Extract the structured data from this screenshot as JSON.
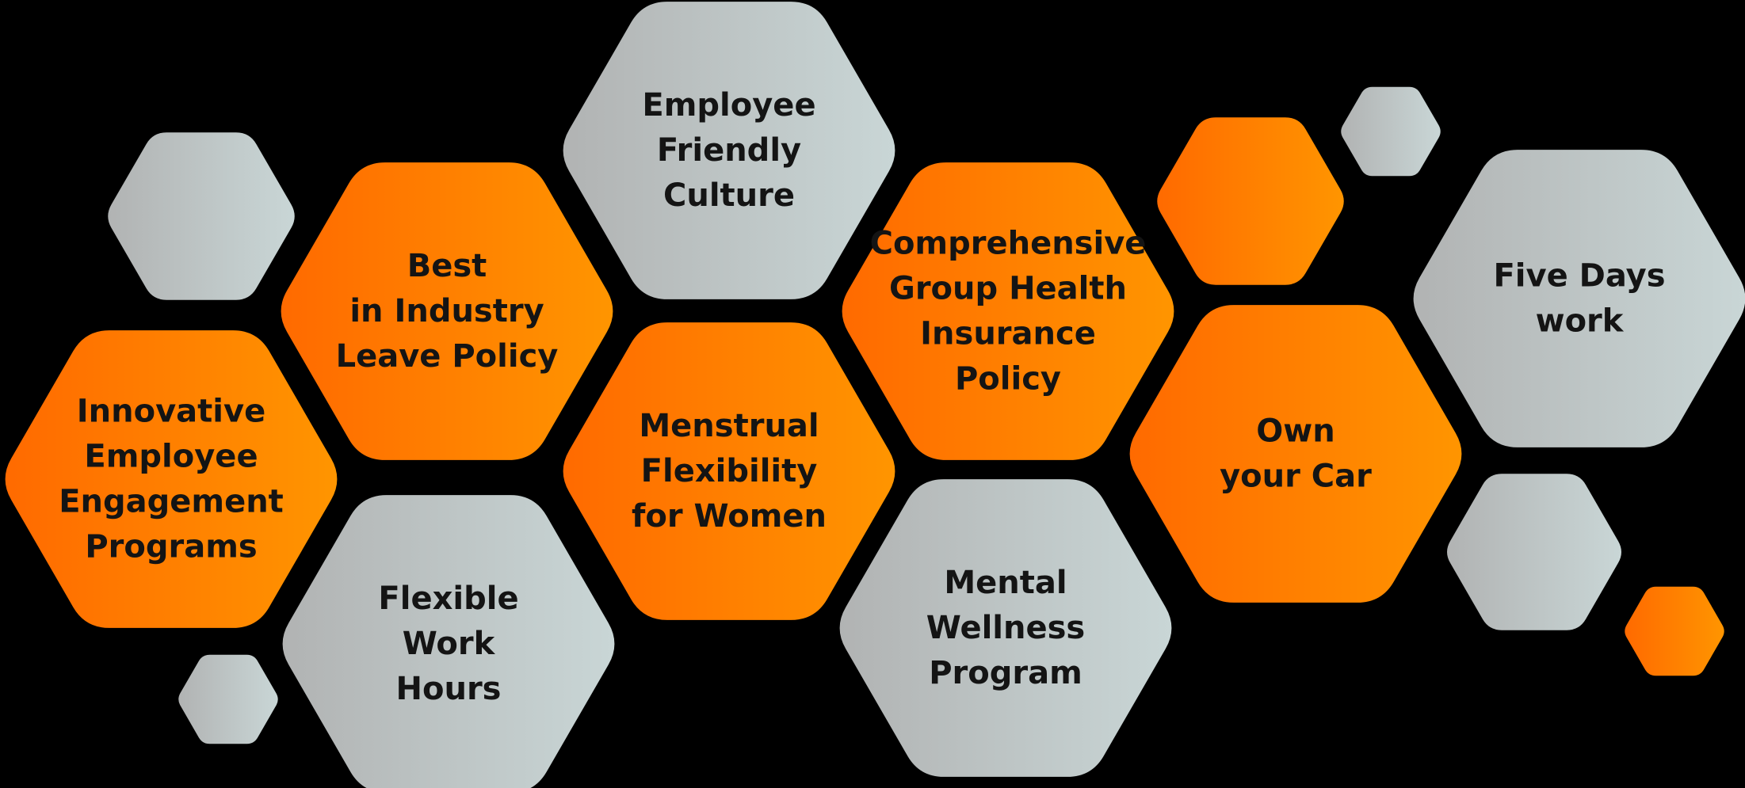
{
  "colors": {
    "background": "#000000",
    "orange_start": "#FF6A00",
    "orange_end": "#FF9500",
    "gray_start": "#B1B3B3",
    "gray_end": "#C9D6D6",
    "text": "#141414"
  },
  "benefits": [
    {
      "id": "employee-friendly-culture",
      "lines": [
        "Employee",
        "Friendly",
        "Culture"
      ],
      "fill": "gray"
    },
    {
      "id": "best-in-industry-leave-policy",
      "lines": [
        "Best",
        "in Industry",
        "Leave Policy"
      ],
      "fill": "orange"
    },
    {
      "id": "comprehensive-group-health-insurance-policy",
      "lines": [
        "Comprehensive",
        "Group Health",
        "Insurance",
        "Policy"
      ],
      "fill": "orange"
    },
    {
      "id": "five-days-work",
      "lines": [
        "Five Days",
        "work"
      ],
      "fill": "gray"
    },
    {
      "id": "innovative-employee-engagement-programs",
      "lines": [
        "Innovative",
        "Employee",
        "Engagement",
        "Programs"
      ],
      "fill": "orange"
    },
    {
      "id": "menstrual-flexibility-for-women",
      "lines": [
        "Menstrual",
        "Flexibility",
        "for Women"
      ],
      "fill": "orange"
    },
    {
      "id": "own-your-car",
      "lines": [
        "Own",
        "your Car"
      ],
      "fill": "orange"
    },
    {
      "id": "flexible-work-hours",
      "lines": [
        "Flexible",
        "Work",
        "Hours"
      ],
      "fill": "gray"
    },
    {
      "id": "mental-wellness-program",
      "lines": [
        "Mental",
        "Wellness",
        "Program"
      ],
      "fill": "gray"
    }
  ],
  "decorations": [
    {
      "id": "left-top-small",
      "fill": "gray"
    },
    {
      "id": "bottom-left-tiny",
      "fill": "gray"
    },
    {
      "id": "top-right-orange",
      "fill": "orange"
    },
    {
      "id": "top-right-tiny",
      "fill": "gray"
    },
    {
      "id": "right-middle-gray",
      "fill": "gray"
    },
    {
      "id": "bottom-right-orange",
      "fill": "orange"
    }
  ]
}
